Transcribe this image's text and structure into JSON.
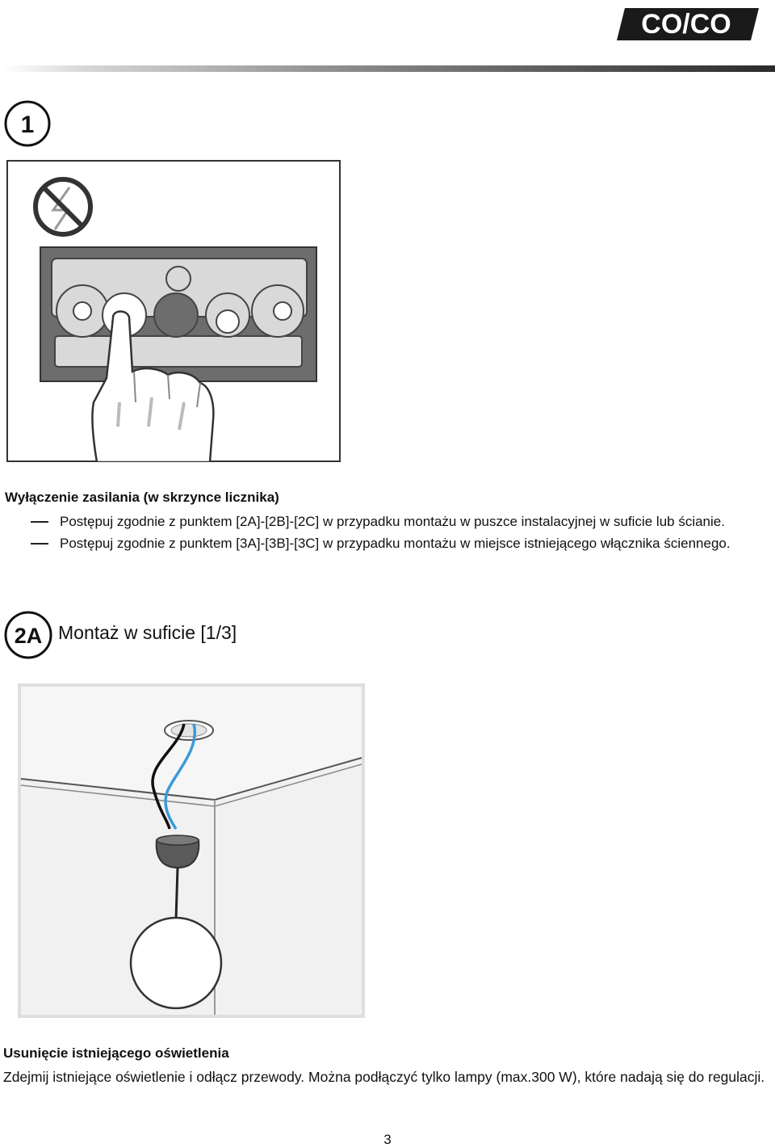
{
  "header": {
    "logo_text": "CO/CO"
  },
  "steps": {
    "step1": "1",
    "step2": "2A"
  },
  "section_power": {
    "heading": "Wyłączenie zasilania (w skrzynce licznika)",
    "bullets": [
      "Postępuj zgodnie z punktem [2A]-[2B]-[2C] w przypadku montażu w puszce instalacyjnej w suficie lub ścianie.",
      "Postępuj zgodnie z punktem [3A]-[3B]-[3C] w przypadku montażu w miejsce istniejącego włącznika ściennego."
    ]
  },
  "section_mount": {
    "title": "Montaż w suficie [1/3]"
  },
  "section_remove": {
    "heading": "Usunięcie istniejącego oświetlenia",
    "text": "Zdejmij istniejące oświetlenie i odłącz przewody. Można podłączyć tylko lampy (max.300 W), które nadają się do regulacji."
  },
  "footer": {
    "page_number": "3"
  },
  "colors": {
    "dark_gray": "#6d6d6d",
    "wire_blue": "#3a9ad9",
    "logo_black": "#1a1a1a"
  }
}
